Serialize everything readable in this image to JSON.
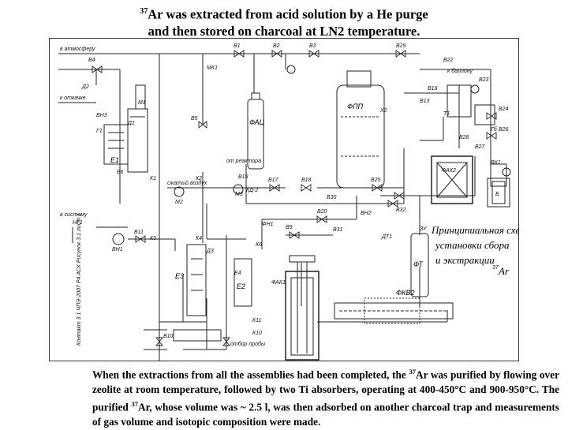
{
  "title": {
    "sup": "37",
    "line1_rest": "Ar was extracted from acid solution by a He purge",
    "line2": "and then stored on charcoal at LN2 temperature."
  },
  "diagram_labels": {
    "fac1": "ФАЦ",
    "fpt1": "ФПП",
    "fak1": "ФАК1",
    "fak2": "ФАК2",
    "ft": "ФТ",
    "fkb2": "ФКВ2",
    "e1": "Е1",
    "e2": "Е2",
    "e3": "Е3",
    "e4": "Е4",
    "schema_line1": "Принципиальная схема",
    "schema_line2": "установки сбора",
    "schema_line3": "и экстракции",
    "schema_sup": "37",
    "schema_ar": "Ar",
    "side_note": "Контакт 3 1 ЧПЭ-2007 Р4 АСК Рисунок 3.1 лист 1",
    "valve_v15": "В15",
    "valve_v17": "В17",
    "valve_v18": "В18",
    "valve_v25": "В25",
    "valve_v20": "В20",
    "valve_v11": "В11",
    "valve_v9": "В9",
    "valve_v1": "В1",
    "valve_v2": "В2",
    "valve_v3": "В3",
    "valve_v4": "В4",
    "valve_v5": "В5",
    "valve_v6": "В6",
    "valve_v13": "В13",
    "valve_v16": "В16",
    "valve_v22": "В22",
    "valve_v23": "В23",
    "valve_v24": "В24",
    "valve_v26": "В26",
    "valve_v27": "В27",
    "valve_v28": "В28",
    "valve_v29": "В29",
    "valve_v30": "В30",
    "valve_v31": "В31",
    "valve_v32": "В32",
    "valve_vk1": "ВК1",
    "valve_v10": "В10",
    "x2": "Х2",
    "k1": "К1",
    "k2": "К2",
    "k3": "К3",
    "k4": "К4",
    "k6": "К6",
    "k10": "К10",
    "k11": "К11",
    "m1": "М1",
    "m2": "М2",
    "m3": "М3",
    "d1": "Д1",
    "d2": "Д2",
    "d3": "Д3",
    "vh1": "ВН1",
    "vn2": "ВН2",
    "vn3": "ВН3",
    "kd2": "КД-2",
    "ng1": "НГ1",
    "fn1": "ФН1",
    "g1": "Г1",
    "zu": "ЗУ",
    "t1": "Т1",
    "dt1": "ДТ1",
    "gb": "Гб",
    "mk1": "МК1",
    "b_label": "Б",
    "to_atmosphere": "в атмосферу",
    "to_pump": "к откачке",
    "to_reactor": "от реактора",
    "compressed": "сжатый воздух",
    "sampling": "отбор пробы",
    "to_bottle": "к баллону",
    "to_system": "в систему"
  },
  "caption": {
    "part1": "When the extractions from all the assemblies had been completed, the ",
    "sup1": "37",
    "part2": "Ar was purified by flowing over zeolite at room temperature, followed by two Ti absorbers, operating at 400-450°C and 900-950°C. The purified ",
    "sup2": "37",
    "part3": "Ar, whose volume was ~ 2.5 l, was then adsorbed on another charcoal trap and measurements of gas volume and isotopic composition were made."
  },
  "colors": {
    "line": "#222222",
    "text": "#000000",
    "background": "#ffffff"
  }
}
